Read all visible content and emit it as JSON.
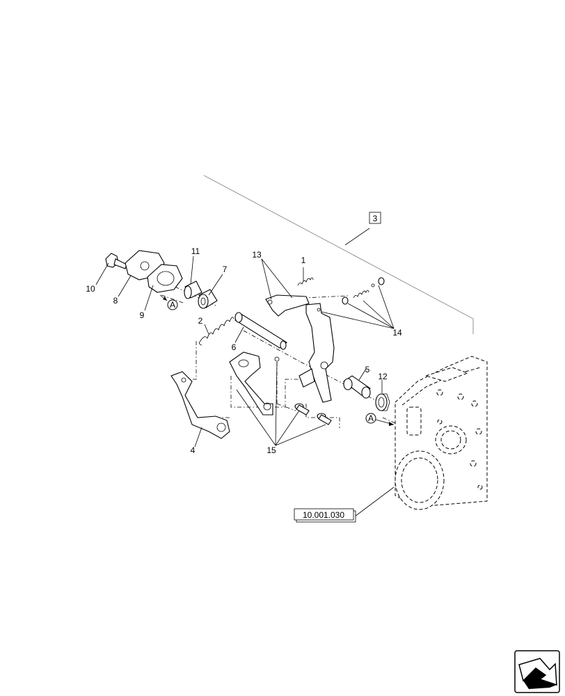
{
  "diagram": {
    "callouts": {
      "c1": "1",
      "c2": "2",
      "c3": "3",
      "c4": "4",
      "c5": "5",
      "c6": "6",
      "c7": "7",
      "c8": "8",
      "c9": "9",
      "c10": "10",
      "c11": "11",
      "c12": "12",
      "c13": "13",
      "c14": "14",
      "c15": "15"
    },
    "detail_marker": "A",
    "reference_label": "10.001.030",
    "nav_icon": "next-page-arrow-icon"
  }
}
